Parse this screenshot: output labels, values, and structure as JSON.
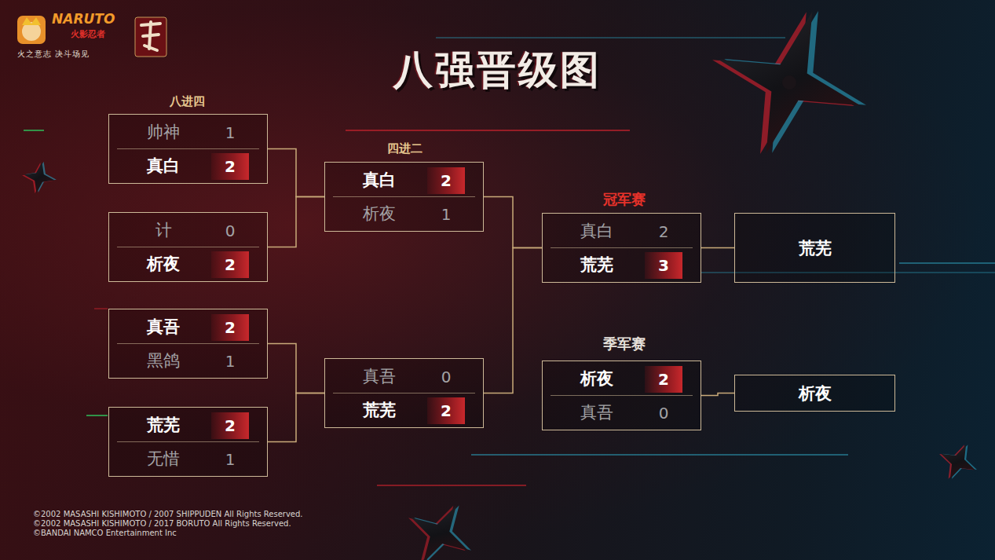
{
  "diagram": {
    "title": "八强晋级图",
    "nodes": [
      {},
      {
        "text": [
          "帅神",
          "1"
        ],
        "in": 0
      },
      {
        "text": [
          "真白",
          "2"
        ],
        "in": 0
      },
      {},
      {
        "text": [
          "计",
          "0"
        ],
        "in": 3
      },
      {
        "text": [
          "析夜",
          "2"
        ],
        "in": 3
      },
      {},
      {
        "text": [
          "真吾",
          "2"
        ],
        "in": 6
      },
      {
        "text": [
          "黑鸽",
          "1"
        ],
        "in": 6
      },
      {},
      {
        "text": [
          "荒芜",
          "2"
        ],
        "in": 9
      },
      {
        "text": [
          "无惜",
          "1"
        ],
        "in": 9
      },
      {},
      {
        "text": [
          "真白",
          "2"
        ],
        "in": 12
      },
      {
        "text": [
          "析夜",
          "1"
        ],
        "in": 12
      },
      {},
      {
        "text": [
          "真吾",
          "0"
        ],
        "in": 15
      },
      {
        "text": [
          "荒芜",
          "2"
        ],
        "in": 15
      },
      {},
      {
        "text": [
          "真白",
          "2"
        ],
        "in": 18
      },
      {
        "text": [
          "荒芜",
          "3"
        ],
        "in": 18
      },
      {
        "text": [
          "荒芜"
        ]
      },
      {},
      {
        "text": [
          "析夜",
          "2"
        ],
        "in": 22
      },
      {
        "text": [
          "真吾",
          "0"
        ],
        "in": 22
      },
      {
        "text": [
          "析夜"
        ]
      }
    ],
    "edges": [
      {
        "from": 0,
        "to": 12,
        "arrow": "none"
      },
      {
        "from": 3,
        "to": 12,
        "arrow": "none"
      },
      {
        "from": 6,
        "to": 15,
        "arrow": "none"
      },
      {
        "from": 9,
        "to": 15,
        "arrow": "none"
      },
      {
        "from": 12,
        "to": 18,
        "arrow": "none"
      },
      {
        "from": 15,
        "to": 18,
        "arrow": "none"
      },
      {
        "from": 18,
        "to": 21,
        "arrow": "none"
      },
      {
        "from": 22,
        "to": 25,
        "arrow": "none"
      }
    ],
    "labels": [
      "NARUTO",
      "火影忍者",
      "火之意志 决斗场见",
      "八进四",
      "四进二",
      "冠军赛",
      "季军赛",
      "©2002 MASASHI KISHIMOTO / 2007 SHIPPUDEN All Rights Reserved.",
      "©2002 MASASHI KISHIMOTO / 2017 BORUTO All Rights Reserved.",
      "©BANDAI NAMCO Entertainment Inc"
    ]
  }
}
